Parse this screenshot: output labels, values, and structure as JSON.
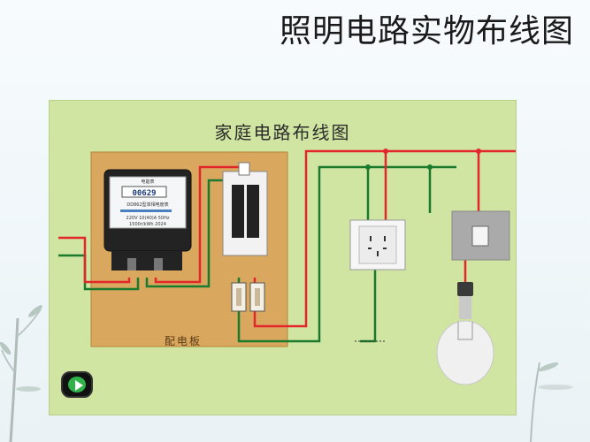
{
  "page": {
    "title": "照明电路实物布线图"
  },
  "diagram": {
    "title": "家庭电路布线图",
    "board_label": "配电板",
    "meter": {
      "reading": "00629",
      "model": "DD862型单相电度表",
      "spec_line_1": "220V  10(40)A  50Hz",
      "spec_line_2": "1500r/kWh  2024",
      "brand": "电能表"
    },
    "wire_colors": {
      "live": "#e3262b",
      "neutral": "#1a7a2e"
    }
  }
}
